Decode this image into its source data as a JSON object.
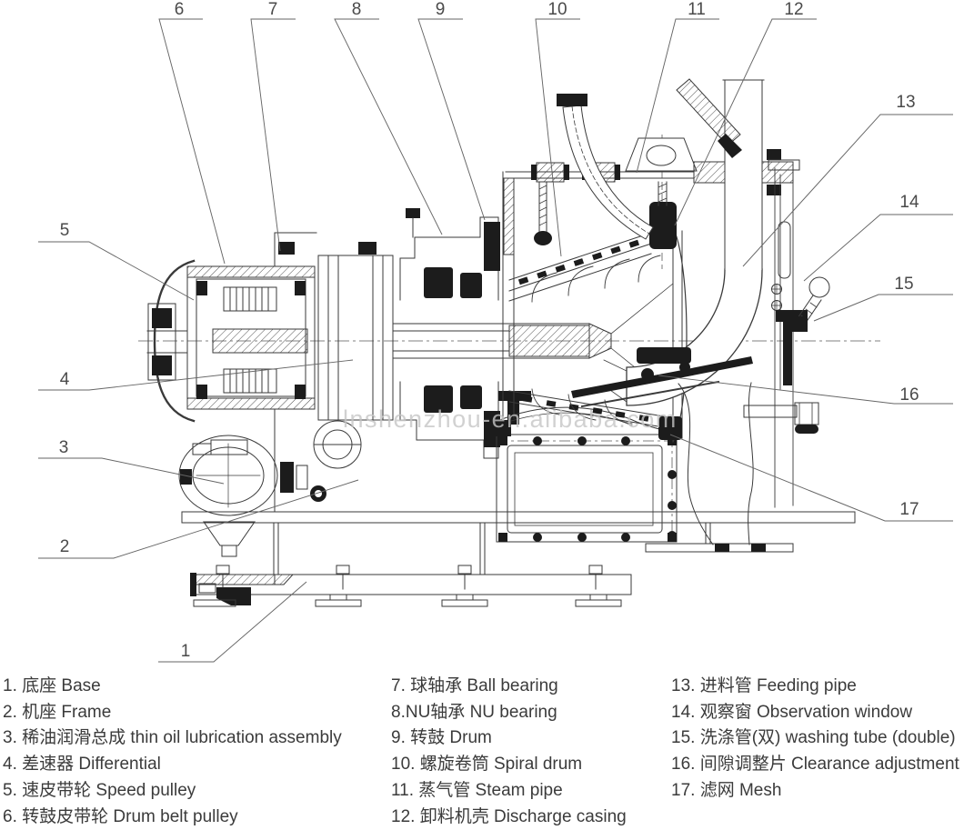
{
  "page": {
    "background": "#ffffff",
    "ink_color": "#3a3a3a",
    "leader_line_color": "#666666",
    "black_fill_color": "#1c1c1c"
  },
  "watermark": {
    "text": "lnshenzhou-en.alibaba.com",
    "color": "#c5c5c5"
  },
  "callouts": {
    "labels": [
      "1",
      "2",
      "3",
      "4",
      "5",
      "6",
      "7",
      "8",
      "9",
      "10",
      "11",
      "12",
      "13",
      "14",
      "15",
      "16",
      "17"
    ]
  },
  "legend": {
    "columns": [
      {
        "items": [
          "1. 底座 Base",
          "2. 机座 Frame",
          "3. 稀油润滑总成 thin oil lubrication assembly",
          "4. 差速器 Differential",
          "5. 速皮带轮 Speed pulley",
          "6. 转鼓皮带轮 Drum belt pulley"
        ]
      },
      {
        "items": [
          "7. 球轴承 Ball bearing",
          "8.NU轴承 NU bearing",
          "9. 转鼓 Drum",
          "10. 螺旋卷筒 Spiral drum",
          "11. 蒸气管 Steam pipe",
          "12. 卸料机壳 Discharge casing"
        ]
      },
      {
        "items": [
          "13. 进料管 Feeding pipe",
          "14. 观察窗 Observation window",
          "15. 洗涤管(双) washing tube (double)",
          "16. 间隙调整片 Clearance adjustment",
          "17. 滤网 Mesh"
        ]
      }
    ]
  }
}
